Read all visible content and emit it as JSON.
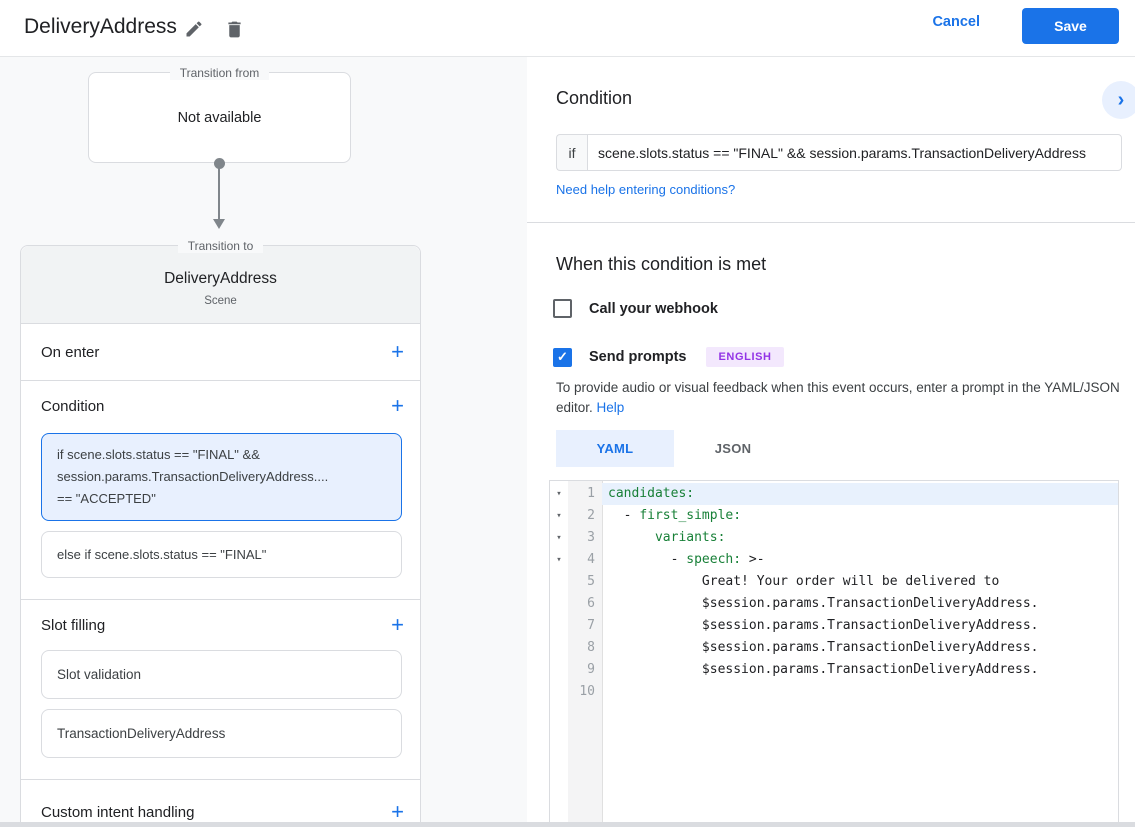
{
  "header": {
    "title": "DeliveryAddress",
    "cancel_label": "Cancel",
    "save_label": "Save"
  },
  "canvas": {
    "transition_from": {
      "legend": "Transition from",
      "content": "Not available"
    }
  },
  "scene": {
    "legend": "Transition to",
    "title": "DeliveryAddress",
    "subtitle": "Scene",
    "on_enter_label": "On enter",
    "condition_label": "Condition",
    "condition_cards": [
      "if scene.slots.status == \"FINAL\" &&\nsession.params.TransactionDeliveryAddress....\n== \"ACCEPTED\"",
      "else if scene.slots.status == \"FINAL\""
    ],
    "slot_filling_label": "Slot filling",
    "slot_cards": [
      "Slot validation",
      "TransactionDeliveryAddress"
    ],
    "custom_intent_label": "Custom intent handling"
  },
  "panel": {
    "heading": "Condition",
    "if_label": "if",
    "if_value": "scene.slots.status == \"FINAL\" && session.params.TransactionDeliveryAddress",
    "help_link": "Need help entering conditions?",
    "met_heading": "When this condition is met",
    "webhook_label": "Call your webhook",
    "webhook_checked": false,
    "send_prompts_label": "Send prompts",
    "send_prompts_checked": true,
    "language_badge": "ENGLISH",
    "description": "To provide audio or visual feedback when this event occurs, enter a prompt in the YAML/JSON editor.",
    "help_label": "Help",
    "tabs": [
      {
        "label": "YAML",
        "active": true
      },
      {
        "label": "JSON",
        "active": false
      }
    ]
  },
  "editor": {
    "lines": [
      {
        "n": "1",
        "fold": true,
        "hl": true,
        "parts": [
          [
            "k",
            "candidates:"
          ]
        ]
      },
      {
        "n": "2",
        "fold": true,
        "parts": [
          [
            "t",
            "  - "
          ],
          [
            "k",
            "first_simple:"
          ]
        ]
      },
      {
        "n": "3",
        "fold": true,
        "parts": [
          [
            "t",
            "      "
          ],
          [
            "k",
            "variants:"
          ]
        ]
      },
      {
        "n": "4",
        "fold": true,
        "parts": [
          [
            "t",
            "        - "
          ],
          [
            "k",
            "speech:"
          ],
          [
            "t",
            " >-"
          ]
        ]
      },
      {
        "n": "5",
        "parts": [
          [
            "t",
            "            Great! Your order will be delivered to"
          ]
        ]
      },
      {
        "n": "6",
        "parts": [
          [
            "t",
            "            $session.params.TransactionDeliveryAddress."
          ]
        ]
      },
      {
        "n": "7",
        "parts": [
          [
            "t",
            "            $session.params.TransactionDeliveryAddress."
          ]
        ]
      },
      {
        "n": "8",
        "parts": [
          [
            "t",
            "            $session.params.TransactionDeliveryAddress."
          ]
        ]
      },
      {
        "n": "9",
        "parts": [
          [
            "t",
            "            $session.params.TransactionDeliveryAddress."
          ]
        ]
      },
      {
        "n": "10",
        "parts": []
      }
    ]
  },
  "icons": {
    "plus": "+",
    "chevron_right": "›",
    "check": "✓",
    "fold_arrow": "▾"
  },
  "colors": {
    "accent_blue": "#1a73e8",
    "badge_bg": "#f3e8fd",
    "badge_text": "#9334e6",
    "yaml_key_green": "#188038",
    "canvas_bg": "#f8f9fa",
    "condition_highlight_bg": "#e8f0fe"
  }
}
